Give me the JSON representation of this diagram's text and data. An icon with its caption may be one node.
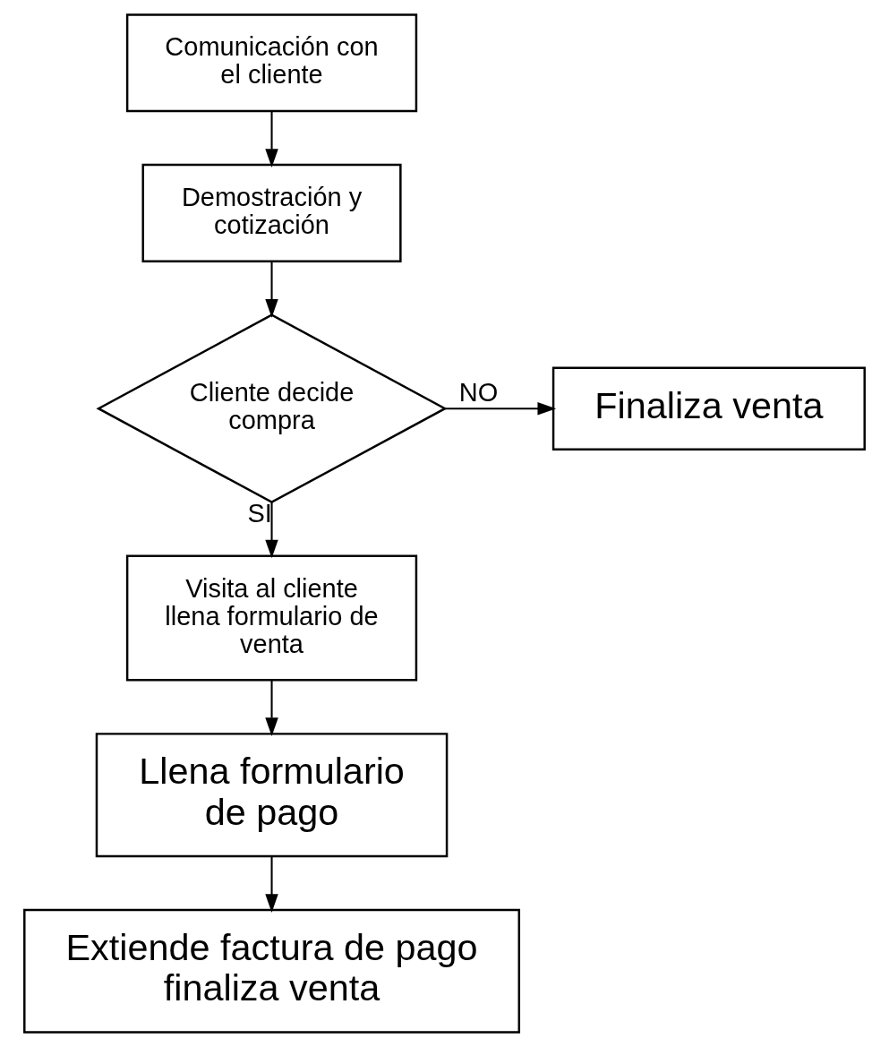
{
  "diagram": {
    "nodes": [
      {
        "text": [
          "Comunicación con el cliente"
        ]
      },
      {
        "text": [
          "Demostración y cotización"
        ]
      },
      {
        "text": [
          "Cliente decide compra"
        ]
      },
      {
        "text": [
          "Finaliza venta"
        ]
      },
      {
        "text": [
          "Visita al cliente llena formulario de venta"
        ]
      },
      {
        "text": [
          "Llena formulario de pago"
        ]
      },
      {
        "text": [
          "Extiende factura de pago finaliza venta"
        ]
      }
    ],
    "edges": [
      {
        "from": 0,
        "to": 1,
        "arrow": "to"
      },
      {
        "from": 1,
        "to": 2,
        "arrow": "to"
      },
      {
        "from": 2,
        "to": 3,
        "arrow": "to",
        "label": "NO"
      },
      {
        "from": 2,
        "to": 4,
        "arrow": "to",
        "label": "SI"
      },
      {
        "from": 4,
        "to": 5,
        "arrow": "to"
      },
      {
        "from": 5,
        "to": 6,
        "arrow": "to"
      }
    ]
  }
}
